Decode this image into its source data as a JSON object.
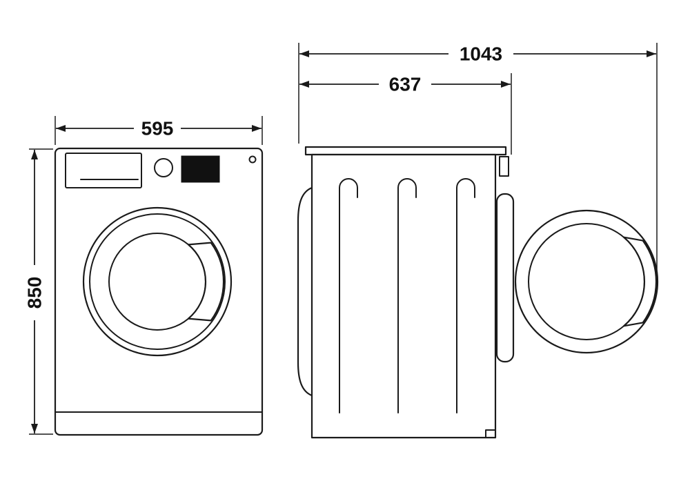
{
  "dims": {
    "front_width": "595",
    "front_height": "850",
    "side_depth": "637",
    "side_total_depth": "1043"
  },
  "colors": {
    "line": "#1a1a1a",
    "background": "#ffffff",
    "display_panel": "#111111"
  }
}
